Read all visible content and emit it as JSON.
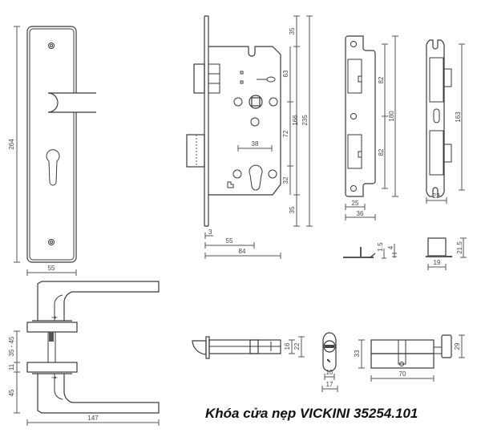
{
  "caption": "Khóa cửa nẹp VICKINI 35254.101",
  "faceplate": {
    "height_label": "264",
    "width_label": "55"
  },
  "handle_side": {
    "rose_thickness_label": "35 - 45",
    "gap_label": "11",
    "lever_height_label": "45",
    "lever_length_label": "147"
  },
  "lock_body": {
    "top_label": "35",
    "upper_label": "63",
    "middle_label": "72",
    "lower_label": "32",
    "bottom_label": "35",
    "body_height_label": "166",
    "total_height_label": "235",
    "cylinder_spacing_label": "38",
    "plate_thickness_label": "3",
    "backset_label": "55",
    "depth_label": "84"
  },
  "strike_plate": {
    "upper_label": "82",
    "lower_label": "82",
    "total_label": "180",
    "inner_width_label": "25",
    "outer_width_label": "36",
    "lip_thickness_label": "1.5",
    "lip_height_label": "4"
  },
  "strike_box": {
    "height_label": "163",
    "width_label": "22",
    "box_width_label": "19",
    "box_depth_label": "21.5"
  },
  "spindle": {
    "inner_label": "16",
    "outer_label": "22"
  },
  "cylinder_end": {
    "inner_label": "10",
    "outer_label": "17"
  },
  "cylinder": {
    "height_label": "33",
    "length_label": "70",
    "knob_label": "29"
  }
}
